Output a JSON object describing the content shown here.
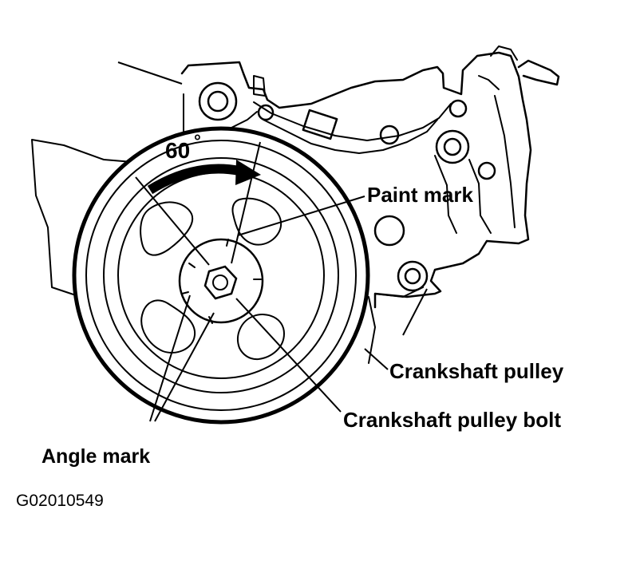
{
  "diagram": {
    "rotation_label": "60",
    "rotation_degree_symbol": "°",
    "labels": {
      "paint_mark": "Paint mark",
      "crankshaft_pulley": "Crankshaft pulley",
      "crankshaft_pulley_bolt": "Crankshaft pulley bolt",
      "angle_mark": "Angle mark"
    },
    "figure_id": "G02010549"
  },
  "colors": {
    "line": "#000000",
    "background": "#ffffff"
  }
}
